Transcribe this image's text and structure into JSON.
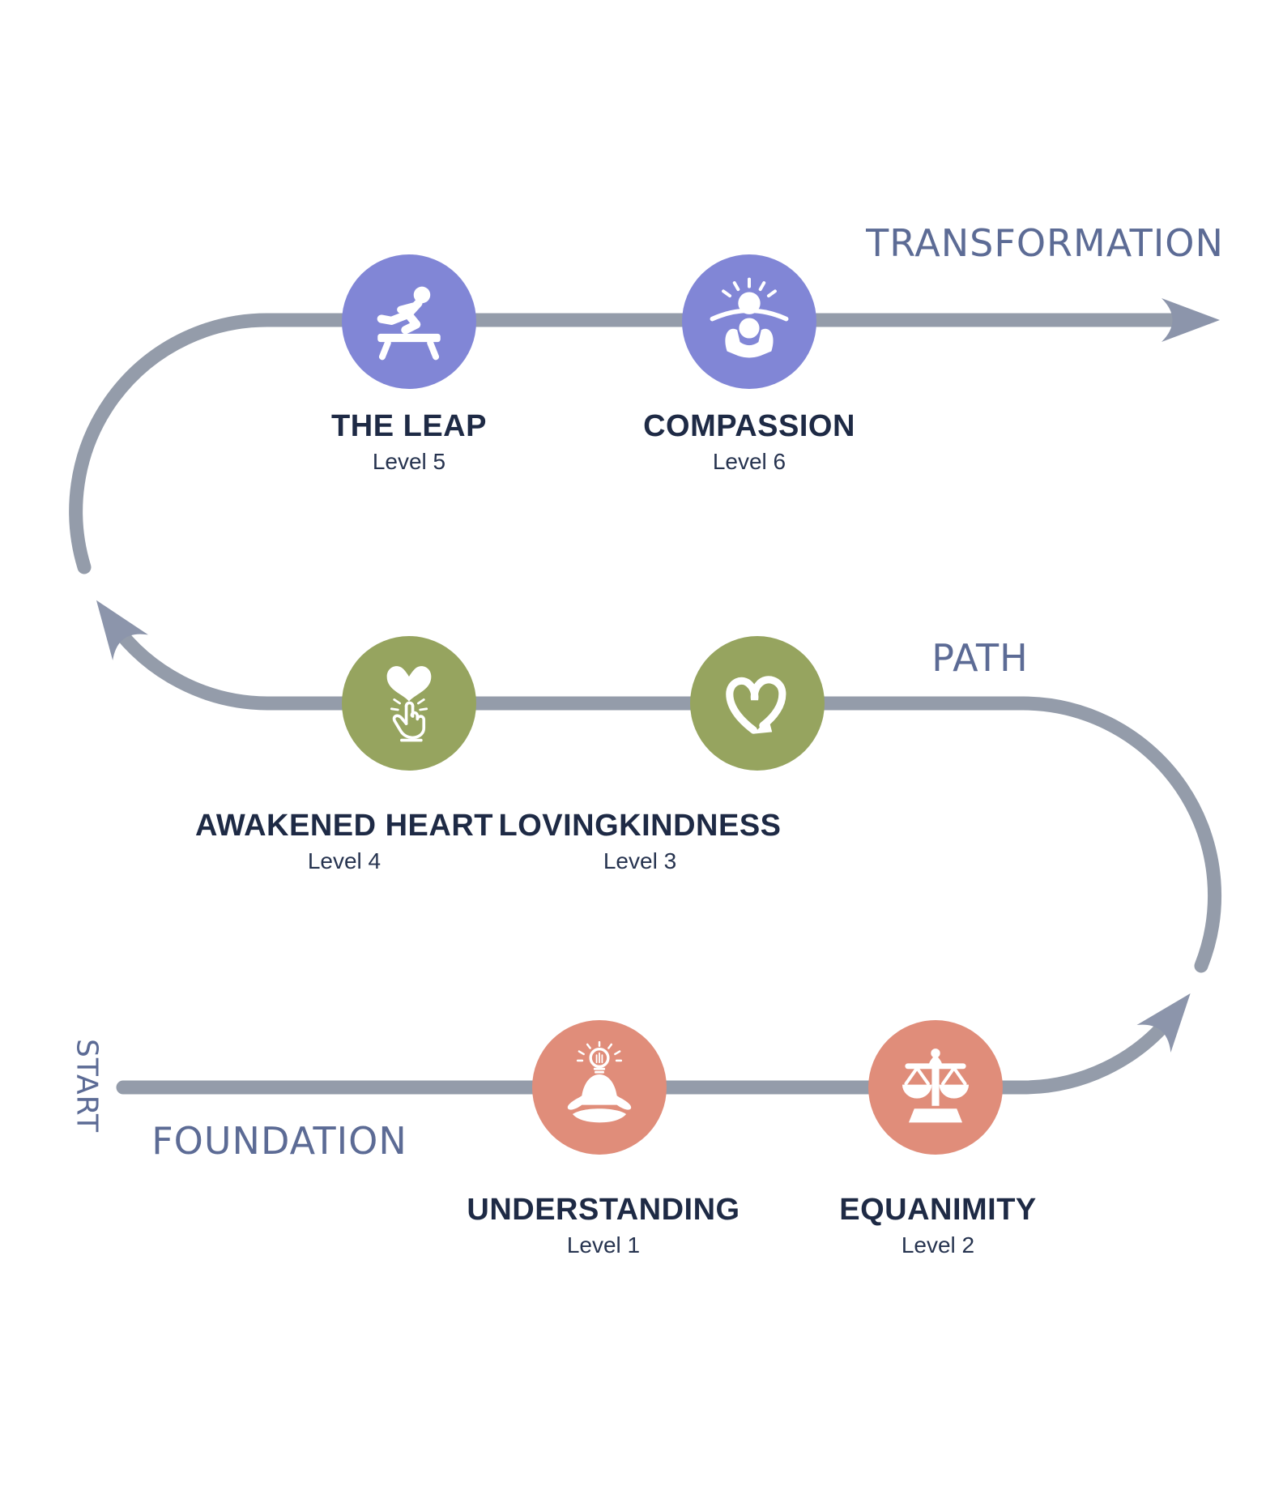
{
  "sections": {
    "start": "START",
    "foundation": "FOUNDATION",
    "path": "PATH",
    "transformation": "TRANSFORMATION"
  },
  "levels": [
    {
      "name": "UNDERSTANDING",
      "level": "Level 1",
      "icon": "meditating-person-lightbulb-icon",
      "color": "#E08D7A"
    },
    {
      "name": "EQUANIMITY",
      "level": "Level 2",
      "icon": "balance-scale-icon",
      "color": "#E08D7A"
    },
    {
      "name": "LOVINGKINDNESS",
      "level": "Level 3",
      "icon": "heart-arrow-loop-icon",
      "color": "#96A45F"
    },
    {
      "name": "AWAKENED HEART",
      "level": "Level 4",
      "icon": "finger-touching-heart-icon",
      "color": "#96A45F"
    },
    {
      "name": "THE LEAP",
      "level": "Level 5",
      "icon": "hurdler-leap-icon",
      "color": "#8186D6"
    },
    {
      "name": "COMPASSION",
      "level": "Level 6",
      "icon": "person-arms-raised-sunrise-icon",
      "color": "#8186D6"
    }
  ],
  "colors": {
    "foundation_node": "#E08D7A",
    "path_node": "#96A45F",
    "transformation_node": "#8186D6",
    "line": "#949CAA",
    "arrow": "#8C95AB",
    "section_label": "#5C6B95",
    "node_title": "#1E2A45",
    "icon_glyph": "#FFFFFF"
  }
}
